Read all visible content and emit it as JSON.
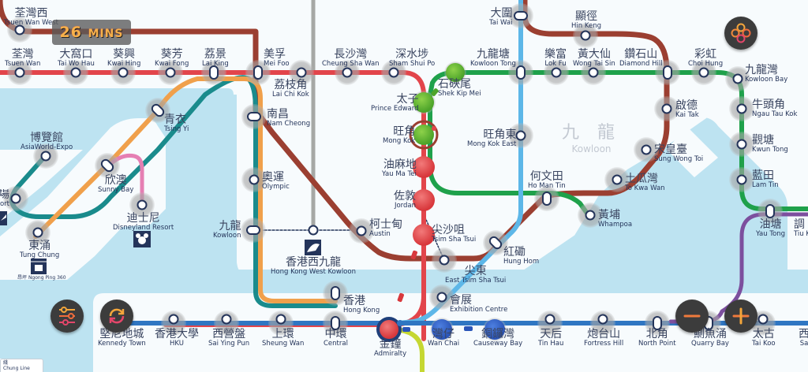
{
  "timer": {
    "value": "26",
    "unit": "Mins"
  },
  "controls": {
    "menu_button": "flower-menu",
    "settings_button": "sliders",
    "reset_button": "refresh",
    "zoom_out_label": "−",
    "zoom_in_label": "+"
  },
  "area_label": {
    "zh": "九 龍",
    "en": "Kowloon"
  },
  "legend_card": {
    "zh": "綫",
    "en": "Chung Line"
  },
  "colors": {
    "water": "#bde3f1",
    "land": "#f7fbfd",
    "tsuen_wan_line": "#e2454b",
    "kwun_tong_line": "#1fa14b",
    "tuen_ma_line": "#9b3f31",
    "east_rail_line": "#5db7e8",
    "island_line": "#2f76c2",
    "tung_chung_line": "#f0a04b",
    "airport_express": "#1a8b8c",
    "disneyland_line": "#e57fb3",
    "south_island_line": "#c5d732",
    "tseung_kwan_o_line": "#7c4f9e",
    "high_speed_rail": "#a6a8a5",
    "button_dark": "#3c3c3c",
    "timer_text": "#f7b04a"
  },
  "stations": {
    "tsuen_wan_west": {
      "zh": "荃灣西",
      "en": "Tsuen Wan West"
    },
    "tsuen_wan": {
      "zh": "荃灣",
      "en": "Tsuen Wan"
    },
    "tai_wo_hau": {
      "zh": "大窩口",
      "en": "Tai Wo Hau"
    },
    "kwai_hing": {
      "zh": "葵興",
      "en": "Kwai Hing"
    },
    "kwai_fong": {
      "zh": "葵芳",
      "en": "Kwai Fong"
    },
    "lai_king": {
      "zh": "荔景",
      "en": "Lai King"
    },
    "mei_foo": {
      "zh": "美孚",
      "en": "Mei Foo"
    },
    "lai_chi_kok": {
      "zh": "荔枝角",
      "en": "Lai Chi Kok"
    },
    "cheung_sha_wan": {
      "zh": "長沙灣",
      "en": "Cheung Sha Wan"
    },
    "sham_shui_po": {
      "zh": "深水埗",
      "en": "Sham Shui Po"
    },
    "shek_kip_mei": {
      "zh": "石硤尾",
      "en": "Shek Kip Mei"
    },
    "prince_edward": {
      "zh": "太子",
      "en": "Prince Edward"
    },
    "mong_kok": {
      "zh": "旺角",
      "en": "Mong Kok"
    },
    "yau_ma_tei": {
      "zh": "油麻地",
      "en": "Yau Ma Tei"
    },
    "jordan": {
      "zh": "佐敦",
      "en": "Jordan"
    },
    "tsim_sha_tsui": {
      "zh": "尖沙咀",
      "en": "Tsim Sha Tsui"
    },
    "east_tsim_sha_tsui": {
      "zh": "尖東",
      "en": "East Tsim Sha Tsui"
    },
    "austin": {
      "zh": "柯士甸",
      "en": "Austin"
    },
    "nam_cheong": {
      "zh": "南昌",
      "en": "Nam Cheong"
    },
    "olympic": {
      "zh": "奧運",
      "en": "Olympic"
    },
    "kowloon": {
      "zh": "九龍",
      "en": "Kowloon"
    },
    "hk_west_kowloon": {
      "zh": "香港西九龍",
      "en": "Hong Kong West Kowloon"
    },
    "tsing_yi": {
      "zh": "青衣",
      "en": "Tsing Yi"
    },
    "asiaworld_expo": {
      "zh": "博覽館",
      "en": "AsiaWorld-Expo"
    },
    "airport": {
      "zh": "機場",
      "en": "Airport"
    },
    "sunny_bay": {
      "zh": "欣澳",
      "en": "Sunny Bay"
    },
    "disneyland": {
      "zh": "迪士尼",
      "en": "Disneyland Resort"
    },
    "tung_chung": {
      "zh": "東涌",
      "en": "Tung Chung"
    },
    "ngong_ping": {
      "zh": "昂坪",
      "en": "Ngong Ping 360"
    },
    "tai_wai": {
      "zh": "大圍",
      "en": "Tai Wai"
    },
    "hin_keng": {
      "zh": "顯徑",
      "en": "Hin Keng"
    },
    "kowloon_tong": {
      "zh": "九龍塘",
      "en": "Kowloon Tong"
    },
    "lok_fu": {
      "zh": "樂富",
      "en": "Lok Fu"
    },
    "wong_tai_sin": {
      "zh": "黃大仙",
      "en": "Wong Tai Sin"
    },
    "diamond_hill": {
      "zh": "鑽石山",
      "en": "Diamond Hill"
    },
    "choi_hung": {
      "zh": "彩虹",
      "en": "Choi Hung"
    },
    "kowloon_bay": {
      "zh": "九龍灣",
      "en": "Kowloon Bay"
    },
    "ngau_tau_kok": {
      "zh": "牛頭角",
      "en": "Ngau Tau Kok"
    },
    "kwun_tong": {
      "zh": "觀塘",
      "en": "Kwun Tong"
    },
    "lam_tin": {
      "zh": "藍田",
      "en": "Lam Tin"
    },
    "yau_tong": {
      "zh": "油塘",
      "en": "Yau Tong"
    },
    "tiu_keng_leng": {
      "zh": "調",
      "en": "Tiu K"
    },
    "kai_tak": {
      "zh": "啟德",
      "en": "Kai Tak"
    },
    "sung_wong_toi": {
      "zh": "宋皇臺",
      "en": "Sung Wong Toi"
    },
    "to_kwa_wan": {
      "zh": "土瓜灣",
      "en": "To Kwa Wan"
    },
    "ho_man_tin": {
      "zh": "何文田",
      "en": "Ho Man Tin"
    },
    "whampoa": {
      "zh": "黃埔",
      "en": "Whampoa"
    },
    "mong_kok_east": {
      "zh": "旺角東",
      "en": "Mong Kok East"
    },
    "hung_hom": {
      "zh": "紅磡",
      "en": "Hung Hom"
    },
    "exhibition_centre": {
      "zh": "會展",
      "en": "Exhibition Centre"
    },
    "hong_kong": {
      "zh": "香港",
      "en": "Hong Kong"
    },
    "kennedy_town": {
      "zh": "堅尼地城",
      "en": "Kennedy Town"
    },
    "hku": {
      "zh": "香港大學",
      "en": "HKU"
    },
    "sai_ying_pun": {
      "zh": "西營盤",
      "en": "Sai Ying Pun"
    },
    "sheung_wan": {
      "zh": "上環",
      "en": "Sheung Wan"
    },
    "central": {
      "zh": "中環",
      "en": "Central"
    },
    "admiralty": {
      "zh": "金鐘",
      "en": "Admiralty"
    },
    "wan_chai": {
      "zh": "灣仔",
      "en": "Wan Chai"
    },
    "causeway_bay": {
      "zh": "銅鑼灣",
      "en": "Causeway Bay"
    },
    "tin_hau": {
      "zh": "天后",
      "en": "Tin Hau"
    },
    "fortress_hill": {
      "zh": "炮台山",
      "en": "Fortress Hill"
    },
    "north_point": {
      "zh": "北角",
      "en": "North Point"
    },
    "quarry_bay": {
      "zh": "鰂魚涌",
      "en": "Quarry Bay"
    },
    "tai_koo": {
      "zh": "太古",
      "en": "Tai Koo"
    },
    "sai_wan_ho": {
      "zh": "西",
      "en": "Sa"
    }
  }
}
